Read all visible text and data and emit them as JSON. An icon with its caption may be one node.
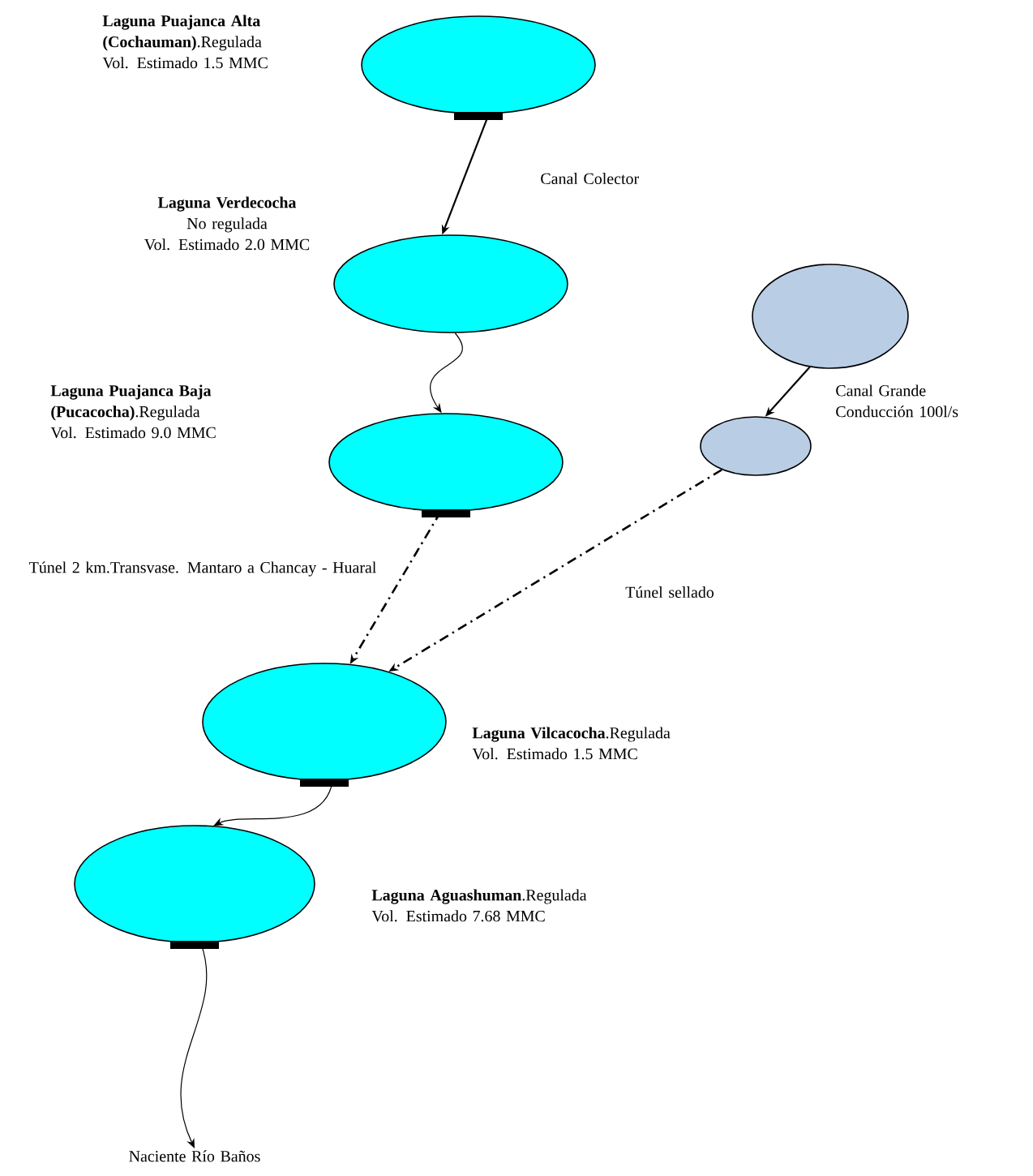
{
  "diagram": {
    "nodes": [
      {
        "text": [],
        "shape": "ellipse",
        "beside": [
          "**Laguna Puajanca Alta (Cochauman)**.Regulada",
          "Vol. Estimado 1.5 MMC"
        ]
      },
      {
        "text": [],
        "shape": "ellipse",
        "beside": [
          "Laguna Verdecocha",
          "No regulada",
          "Vol. Estimado 2.0 MMC"
        ]
      },
      {
        "text": [],
        "shape": "ellipse",
        "beside": [
          "**Laguna Puajanca Baja (Pucacocha)**.Regulada",
          "Vol. Estimado 9.0 MMC"
        ]
      },
      {
        "text": [],
        "shape": "ellipse"
      },
      {
        "text": [],
        "shape": "ellipse"
      },
      {
        "text": [],
        "shape": "ellipse",
        "beside": [
          "**Laguna Vilcacocha**.Regulada",
          "Vol. Estimado 1.5 MMC"
        ]
      },
      {
        "text": [],
        "shape": "ellipse",
        "beside": [
          "**Laguna Aguashuman**.Regulada",
          "Vol. Estimado 7.68 MMC"
        ]
      },
      {
        "text": [
          "Naciente Río Baños"
        ]
      }
    ],
    "edges": [
      {
        "from": 0,
        "to": 1,
        "arrow": "to",
        "label": "Canal Colector"
      },
      {
        "from": 1,
        "to": 2,
        "arrow": "to"
      },
      {
        "from": 3,
        "to": 4,
        "arrow": "to",
        "label": "Canal Grande Conducción 100l/s"
      },
      {
        "from": 2,
        "to": 5,
        "arrow": "to",
        "style": "dashed",
        "label": "Túnel 2 km.Transvase. Mantaro a Chancay - Huaral"
      },
      {
        "from": 4,
        "to": 5,
        "arrow": "to",
        "style": "dashed",
        "label": "Túnel sellado"
      },
      {
        "from": 5,
        "to": 6,
        "arrow": "to"
      },
      {
        "from": 6,
        "to": 7,
        "arrow": "to"
      }
    ]
  }
}
